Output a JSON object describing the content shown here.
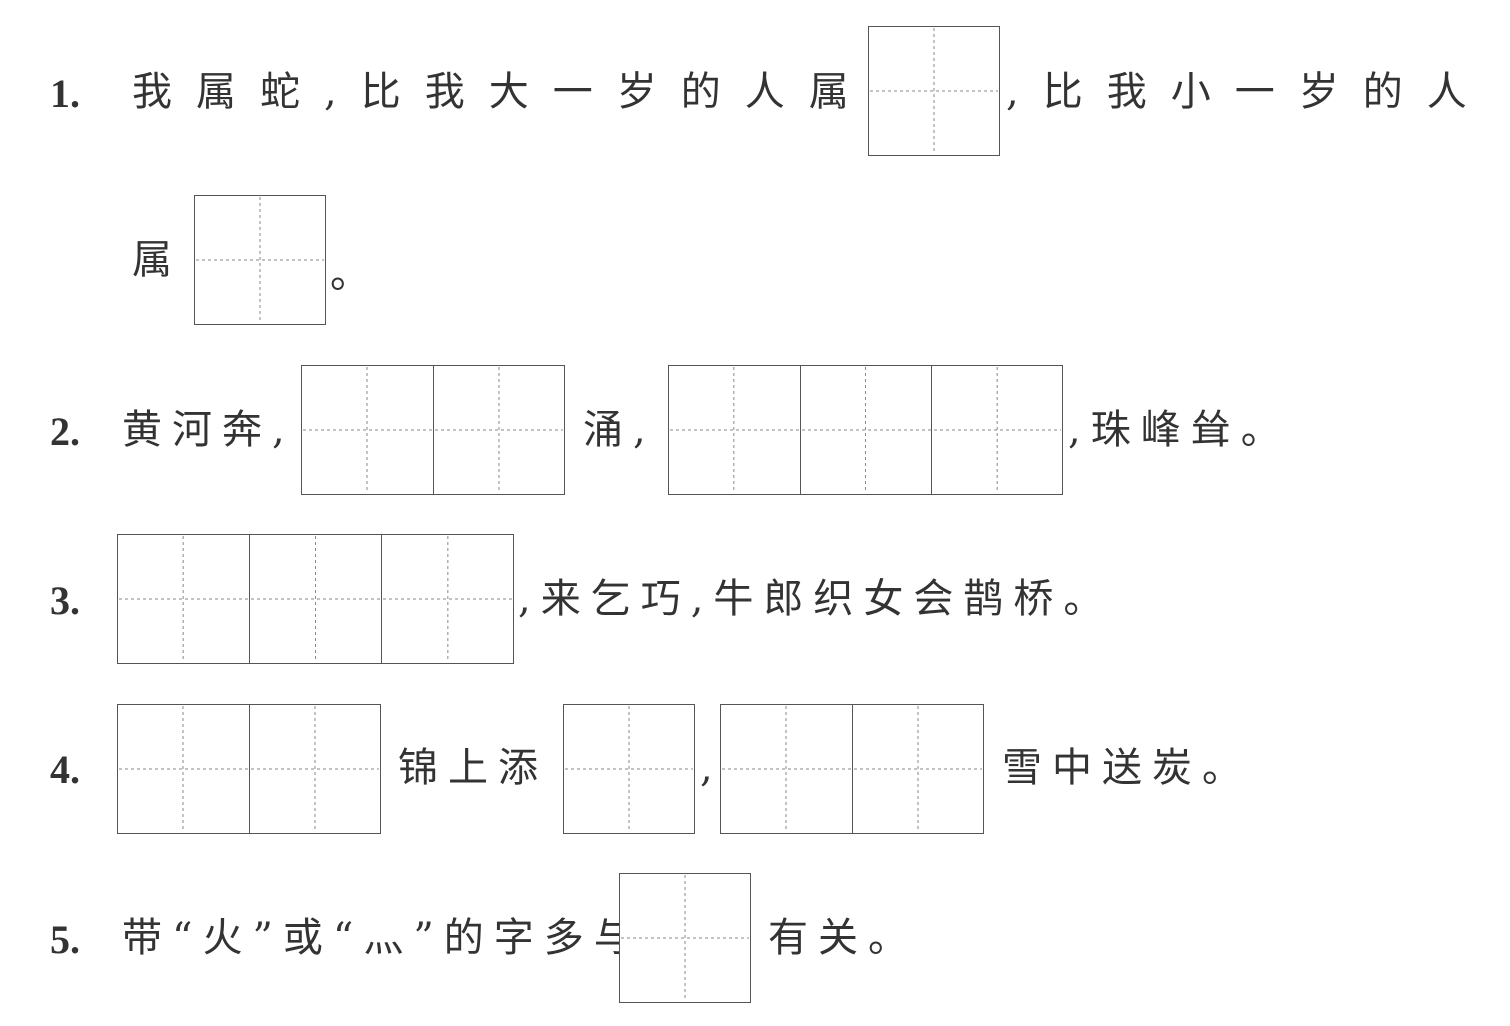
{
  "items": [
    {
      "num": "1.",
      "text1": "我属蛇,比我大一岁的人属",
      "text2": ",比我小一岁的人",
      "text3": "属",
      "text4": "。"
    },
    {
      "num": "2.",
      "text1": "黄河奔,",
      "text2": "涌,",
      "text3": ",珠峰耸。"
    },
    {
      "num": "3.",
      "text1": ",来乞巧,牛郎织女会鹊桥。"
    },
    {
      "num": "4.",
      "text1": "锦上添",
      "text2": ",",
      "text3": "雪中送炭。"
    },
    {
      "num": "5.",
      "text1": "带“火”或“灬”的字多与",
      "text2": "有关。"
    }
  ]
}
